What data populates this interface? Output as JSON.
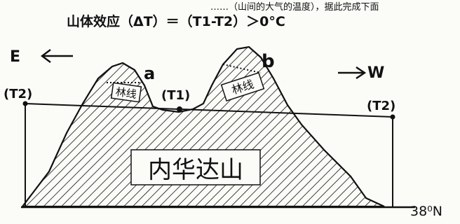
{
  "header_fragment": "……（山间的大气的温度），据此完成下面",
  "title": "山体效应（ΔT）＝（T1-T2）＞0°C",
  "directions": {
    "east": "E",
    "west": "W"
  },
  "points": {
    "a": "a",
    "b": "b",
    "t1": "(T1)",
    "t2_left": "(T2)",
    "t2_right": "(T2)"
  },
  "forest_label": "林线",
  "mountain_name": "内华达山",
  "latitude": "38⁰N",
  "colors": {
    "ink": "#111111",
    "paper": "#fbfbf8"
  }
}
